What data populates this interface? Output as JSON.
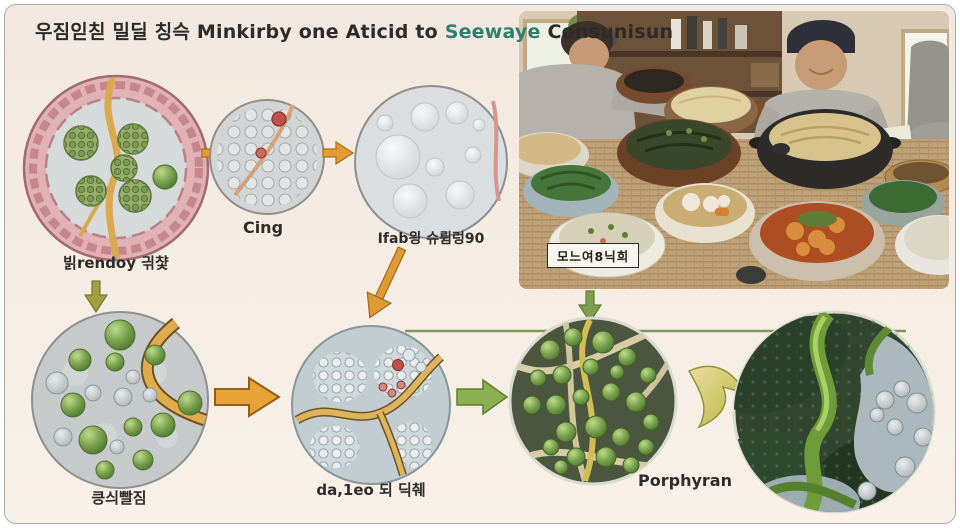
{
  "title": {
    "lead": "우짐읻칟 밀딜 칭슥 Minkirby one Aticid to",
    "highlight": "Seewaye",
    "tail": "Consunisun"
  },
  "flow": {
    "stages": [
      {
        "id": "gut-wall",
        "label": "빍rendoy 긖챷"
      },
      {
        "id": "cells",
        "label": "Cing"
      },
      {
        "id": "mucus",
        "label": "Ifab읭 슈륌렁90"
      },
      {
        "id": "spheres",
        "label": "킁싀빨짐"
      },
      {
        "id": "clusters",
        "label": "da,1eo 되 딕췌"
      },
      {
        "id": "porphyran",
        "label": "Porphyran"
      },
      {
        "id": "seaweed",
        "label": ""
      }
    ]
  },
  "photo": {
    "caption": "모느여8닉희"
  },
  "colors": {
    "background": "#f3e9e0",
    "title_text": "#2e2a28",
    "title_highlight": "#2e7f6d",
    "arrow_orange": "#e39a36",
    "arrow_green": "#85a94e",
    "arrow_olive": "#a0a040",
    "gut_ring_pink": "#e0b2b5",
    "pea_green": "#6b8f45"
  }
}
